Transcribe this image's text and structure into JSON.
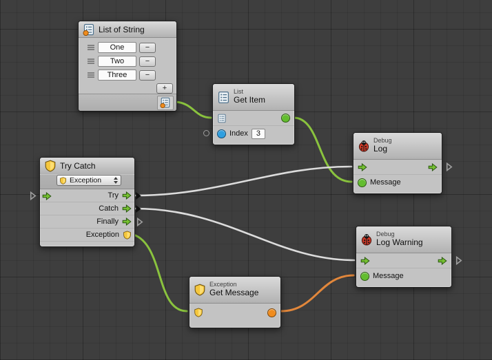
{
  "colors": {
    "background": "#3e3e3e",
    "grid_line": "#353535",
    "node_body": "#c3c3c3",
    "flow_wire": "#dcdcdc",
    "value_wire_green": "#8ac33e",
    "value_wire_orange": "#e2873b",
    "port_green": "#63bd2f",
    "port_blue": "#2f9fe0",
    "port_orange": "#f08c1e",
    "shield_yellow": "#f5c73d"
  },
  "nodes": {
    "list_of_string": {
      "title": "List of String",
      "items": [
        "One",
        "Two",
        "Three"
      ],
      "remove_button": "−",
      "add_button": "+"
    },
    "get_item": {
      "category": "List",
      "title": "Get Item",
      "index_label": "Index",
      "index_value": "3"
    },
    "debug_log": {
      "category": "Debug",
      "title": "Log",
      "message_label": "Message"
    },
    "try_catch": {
      "title": "Try Catch",
      "exception_dropdown": "Exception",
      "try_label": "Try",
      "catch_label": "Catch",
      "finally_label": "Finally",
      "exception_label": "Exception"
    },
    "log_warning": {
      "category": "Debug",
      "title": "Log Warning",
      "message_label": "Message"
    },
    "get_message": {
      "category": "Exception",
      "title": "Get Message"
    }
  }
}
